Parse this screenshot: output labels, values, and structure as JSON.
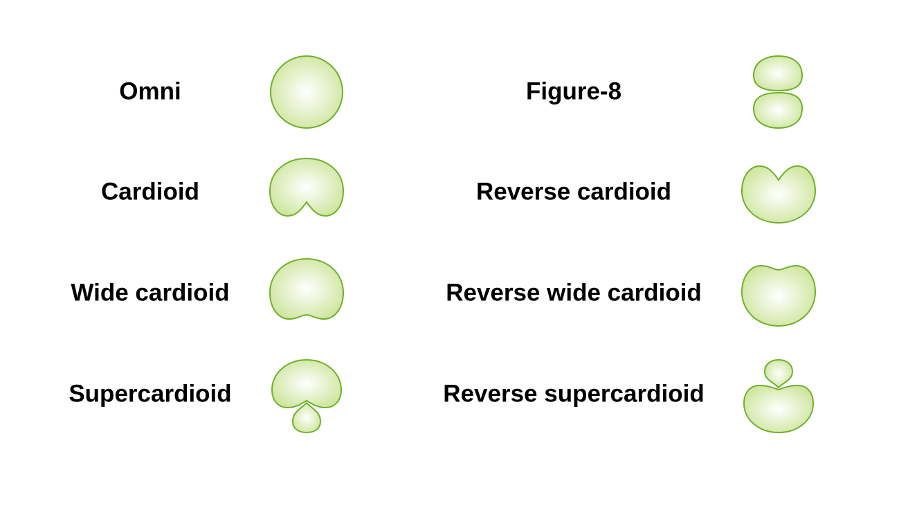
{
  "colors": {
    "fill_center": "#ffffff",
    "fill_edge": "#cfe6a0",
    "stroke": "#6fb02a"
  },
  "patterns": [
    {
      "id": "omni",
      "label": "Omni",
      "icon": "omni-pattern-icon"
    },
    {
      "id": "figure8",
      "label": "Figure-8",
      "icon": "figure8-pattern-icon"
    },
    {
      "id": "cardioid",
      "label": "Cardioid",
      "icon": "cardioid-pattern-icon"
    },
    {
      "id": "reverse-cardioid",
      "label": "Reverse cardioid",
      "icon": "reverse-cardioid-pattern-icon"
    },
    {
      "id": "wide-cardioid",
      "label": "Wide cardioid",
      "icon": "wide-cardioid-pattern-icon"
    },
    {
      "id": "reverse-wide-cardioid",
      "label": "Reverse wide cardioid",
      "icon": "reverse-wide-cardioid-pattern-icon"
    },
    {
      "id": "supercardioid",
      "label": "Supercardioid",
      "icon": "supercardioid-pattern-icon"
    },
    {
      "id": "reverse-supercardioid",
      "label": "Reverse supercardioid",
      "icon": "reverse-supercardioid-pattern-icon"
    }
  ]
}
